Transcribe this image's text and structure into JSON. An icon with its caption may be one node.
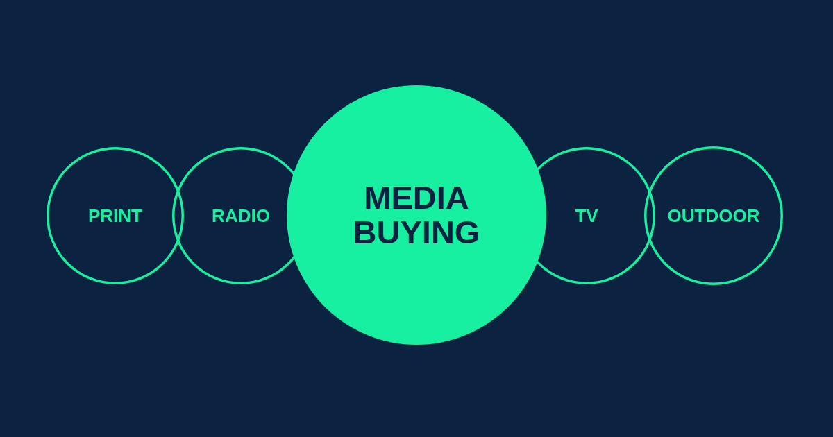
{
  "diagram": {
    "nodes": [
      {
        "text": [
          "PRINT"
        ]
      },
      {
        "text": [
          "RADIO"
        ]
      },
      {
        "text": [
          "MEDIA BUYING"
        ]
      },
      {
        "text": [
          "TV"
        ]
      },
      {
        "text": [
          "OUTDOOR"
        ]
      }
    ]
  }
}
